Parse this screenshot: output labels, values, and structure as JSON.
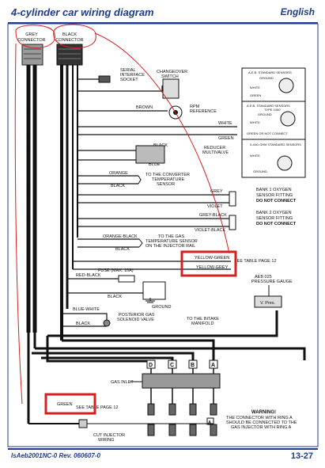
{
  "header": {
    "title": "4-cylinder car wiring diagram",
    "language": "English"
  },
  "footer": {
    "doc_ref": "IsAeb2001NC-0 Rev. 060607-0",
    "page": "13-27"
  },
  "connectors": {
    "grey": [
      "GREY",
      "CONNECTOR"
    ],
    "black": [
      "BLACK",
      "CONNECTOR"
    ]
  },
  "labels": {
    "serial": [
      "SERIAL",
      "INTERFACE",
      "SOCKET"
    ],
    "changeover": [
      "CHANGEOVER",
      "SWITCH"
    ],
    "brown": "BROWN",
    "rpm": [
      "RPM",
      "REFERENCE"
    ],
    "white1": "WHITE",
    "green1": "GREEN",
    "black1": "BLACK",
    "blue1": "BLUE",
    "reducer": [
      "REDUCER",
      "MULTIVALVE"
    ],
    "orange": "ORANGE",
    "black2": "BLACK",
    "converter": [
      "TO THE CONVERTER",
      "TEMPERATURE",
      "SENSOR"
    ],
    "grey": "GREY",
    "violet": "VIOLET",
    "bank1": [
      "BANK 1 OXYGEN",
      "SENSOR FITTING",
      "DO NOT CONNECT"
    ],
    "greyblack": "GREY-BLACK",
    "violetblack": "VIOLET-BLACK",
    "bank2": [
      "BANK 2 OXYGEN",
      "SENSOR FITTING",
      "DO NOT CONNECT"
    ],
    "orangeblack": "ORANGE-BLACK",
    "black3": "BLACK",
    "gastemp": [
      "TO THE GAS",
      "TEMPERATURE SENSOR",
      "ON THE INJECTOR RAIL"
    ],
    "yellowgreen": "YELLOW-GREEN",
    "yellowgrey": "YELLOW-GREY",
    "seetable1": "SEE TABLE PAGE 12",
    "fuse": "FUSE (MAX. 10A)",
    "redblack": "RED-BLACK",
    "black4": "BLACK",
    "ground": "GROUND",
    "aeb025": [
      "AEB 025",
      "PRESSURE GAUGE"
    ],
    "vpres": "V. Pres.",
    "bluewhite": "BLUE-WHITE",
    "black5": "BLACK",
    "posterior": [
      "POSTERIOR GAS",
      "SOLENOID VALVE"
    ],
    "intake": [
      "TO THE INTAKE",
      "MANIFOLD"
    ],
    "gasinlet": "GAS INLET",
    "green2": "GREEN",
    "seetable2": "SEE TABLE PAGE 12",
    "cutinjector": [
      "CUT INJECTOR",
      "WIRING"
    ],
    "warning": [
      "WARNING!",
      "THE CONNECTOR WITH RING A",
      "SHOULD BE CONNECTED TO THE",
      "GAS INJECTOR WITH RING A"
    ],
    "inj_d": "D",
    "inj_c": "C",
    "inj_b": "B",
    "inj_a": "A",
    "ring_a": "A"
  },
  "legend": {
    "s1": "A.E.B. STANDARD SENSORS",
    "s1_ground": "GROUND",
    "s1_white": "WHITE",
    "s1_green": "GREEN",
    "s2": "A.E.B. STANDARD SENSORS",
    "s2_sub": "TYPE 1050",
    "s2_ground": "GROUND",
    "s2_white": "WHITE",
    "s2_green": "GREEN OR NOT CONNECT",
    "s3": "0-40Ω OHM STANDARD SENSORS",
    "s3_white": "WHITE",
    "s3_ground": "GROUND"
  },
  "colors": {
    "accent": "#1d3c8c",
    "annotation": "#d42020",
    "wire": "#111111"
  }
}
